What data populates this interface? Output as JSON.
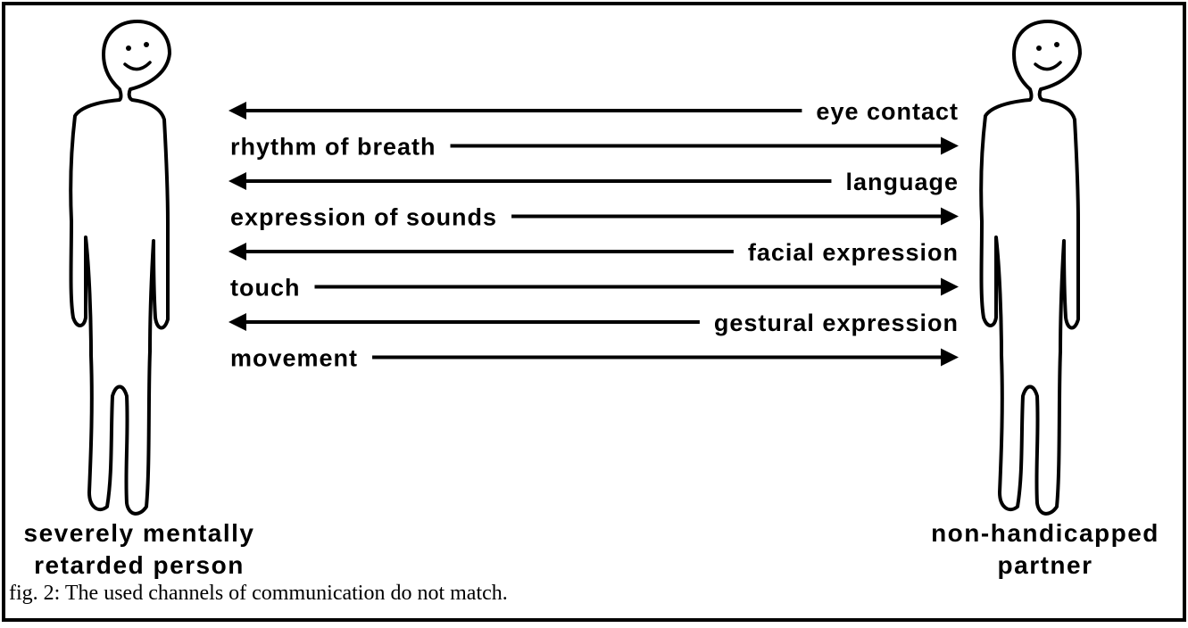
{
  "channels": [
    {
      "label": "eye contact",
      "direction": "to-left"
    },
    {
      "label": "rhythm of breath",
      "direction": "to-right"
    },
    {
      "label": "language",
      "direction": "to-left"
    },
    {
      "label": "expression of sounds",
      "direction": "to-right"
    },
    {
      "label": "facial expression",
      "direction": "to-left"
    },
    {
      "label": "touch",
      "direction": "to-right"
    },
    {
      "label": "gestural expression",
      "direction": "to-left"
    },
    {
      "label": "movement",
      "direction": "to-right"
    }
  ],
  "left_person": {
    "line1": "severely mentally",
    "line2": "retarded person"
  },
  "right_person": {
    "line1": "non-handicapped",
    "line2": "partner"
  },
  "caption": "fig. 2: The used channels of communication do not match."
}
